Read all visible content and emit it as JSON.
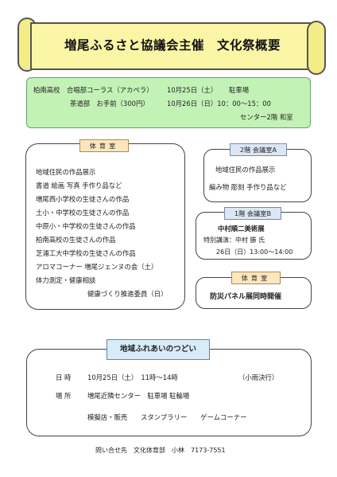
{
  "title": "増尾ふるさと協議会主催　文化祭概要",
  "schedule": {
    "line1": {
      "left": "柏南高校　合唱部コーラス（アカペラ）",
      "date": "10月25日（土）",
      "extra": "駐車場"
    },
    "line2": {
      "left": "茶道部　お手前（300円）",
      "date": "10月26日（日）10：00～15：00"
    },
    "line3": "センター2階 和室"
  },
  "gym": {
    "tag": "体育室",
    "items": [
      "地域住民の作品展示",
      "書道 絵画 写真 手作り品など",
      "増尾西小学校の生徒さんの作品",
      "土小・中学校の生徒さんの作品",
      "中原小・中学校の生徒さんの作品",
      "柏南高校の生徒さんの作品",
      "芝浦工大中学校の生徒さんの作品",
      "アロマコーナー 増尾ジェンヌの会（土）",
      "体力測定・健康相談",
      "健康づくり推進委員（日）"
    ]
  },
  "room_a": {
    "tag": "2階 会議室A",
    "line1": "地域住民の作品展示",
    "line2": "編み物 彫刻 手作り品など"
  },
  "room_b": {
    "tag": "1階 会議室B",
    "title": "中村順二美術展",
    "lecture": "特別講演：中村 勝 氏",
    "time": "26日（日）13:00～14:00"
  },
  "gym2": {
    "tag": "体育室",
    "title": "防災パネル展同時開催"
  },
  "community": {
    "tag": "地域ふれあいのつどい",
    "date_label": "日 時",
    "date_value": "10月25日（土）　11時～14時",
    "date_note": "（小雨決行）",
    "place_label": "場 所",
    "place_value": "増尾近隣センター　駐車場 駐輪場",
    "events": "模擬店・販売　　スタンプラリー　　ゲームコーナー"
  },
  "footer": "問い合せ先　文化体育部　小林　7173-7551"
}
